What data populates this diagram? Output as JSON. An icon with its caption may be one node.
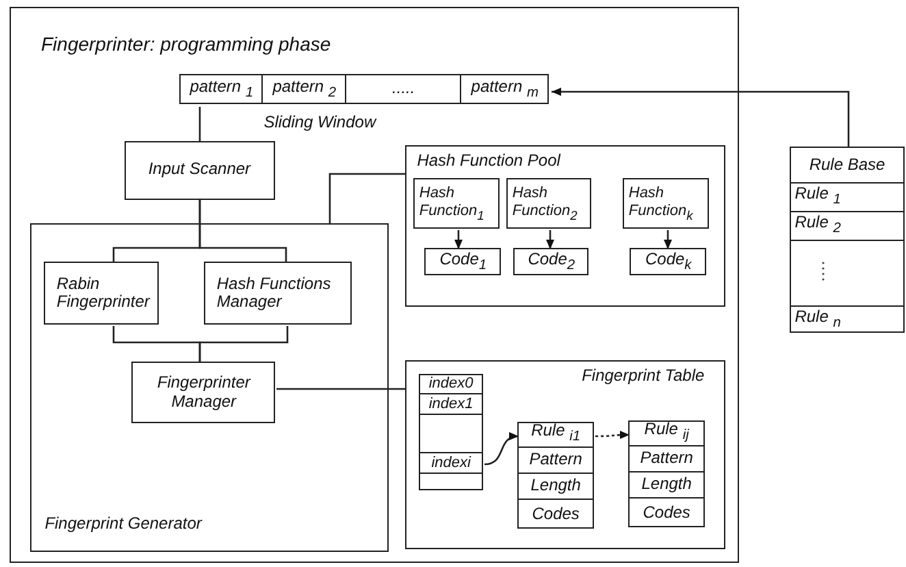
{
  "diagram": {
    "nodes": [
      {
        "text": [
          "Fingerprinter: programming phase"
        ]
      },
      {
        "text": [
          "Sliding Window"
        ],
        "in": 0
      },
      {
        "text": [
          "pattern $_{1}$"
        ],
        "in": 1
      },
      {
        "text": [
          "pattern $_{2}$"
        ],
        "in": 1
      },
      {
        "text": [
          "....."
        ],
        "in": 1
      },
      {
        "text": [
          "pattern $_{m}$"
        ],
        "in": 1
      },
      {
        "text": [
          "Input Scanner"
        ],
        "in": 0
      },
      {
        "text": [
          "Hash Function Pool"
        ],
        "in": 0
      },
      {
        "text": [
          "Hash Function$_{1}$"
        ],
        "in": 7
      },
      {
        "text": [
          "Code$_{1}$"
        ],
        "in": 7
      },
      {
        "text": [
          "Hash Function$_{2}$"
        ],
        "in": 7
      },
      {
        "text": [
          "Code$_{2}$"
        ],
        "in": 7
      },
      {
        "text": [
          "Hash Function$_{k}$"
        ],
        "in": 7
      },
      {
        "text": [
          "Code$_{k}$"
        ],
        "in": 7
      },
      {
        "text": [
          "Fingerprint Generator"
        ],
        "in": 0
      },
      {
        "text": [
          "Rabin Fingerprinter"
        ],
        "in": 14
      },
      {
        "text": [
          "Hash Functions Manager"
        ],
        "in": 14
      },
      {
        "text": [
          "Fingerprinter Manager"
        ],
        "in": 14
      },
      {
        "text": [
          "Fingerprint Table"
        ],
        "in": 0
      },
      {
        "text": [],
        "shape": "box",
        "in": 18
      },
      {
        "text": [
          "index0"
        ],
        "in": 19
      },
      {
        "text": [
          "index1"
        ],
        "in": 19
      },
      {
        "text": [
          "indexi"
        ],
        "in": 19
      },
      {
        "text": [],
        "shape": "box",
        "in": 18
      },
      {
        "text": [
          "Rule $_{i1}$"
        ],
        "in": 23
      },
      {
        "text": [
          "Pattern"
        ],
        "in": 23
      },
      {
        "text": [
          "Length"
        ],
        "in": 23
      },
      {
        "text": [
          "Codes"
        ],
        "in": 23
      },
      {
        "text": [],
        "shape": "box",
        "in": 18
      },
      {
        "text": [
          "Rule $_{ij}$"
        ],
        "in": 28
      },
      {
        "text": [
          "Pattern"
        ],
        "in": 28
      },
      {
        "text": [
          "Length"
        ],
        "in": 28
      },
      {
        "text": [
          "Codes"
        ],
        "in": 28
      },
      {
        "text": [
          "Rule Base"
        ]
      },
      {
        "text": [
          "Rule $_{1}$"
        ],
        "in": 33
      },
      {
        "text": [
          "Rule $_{2}$"
        ],
        "in": 33
      },
      {
        "text": [
          "Rule $_{n}$"
        ],
        "in": 33
      }
    ],
    "edges": [
      {
        "from": 33,
        "to": 5,
        "arrow": "to"
      },
      {
        "from": 2,
        "to": 6,
        "arrow": "none"
      },
      {
        "from": 6,
        "to": 15,
        "arrow": "none"
      },
      {
        "from": 6,
        "to": 16,
        "arrow": "none"
      },
      {
        "from": 7,
        "to": 14,
        "arrow": "none"
      },
      {
        "from": 15,
        "to": 17,
        "arrow": "none"
      },
      {
        "from": 16,
        "to": 17,
        "arrow": "none"
      },
      {
        "from": 17,
        "to": 18,
        "arrow": "none"
      },
      {
        "from": 8,
        "to": 9,
        "arrow": "to"
      },
      {
        "from": 10,
        "to": 11,
        "arrow": "to"
      },
      {
        "from": 12,
        "to": 13,
        "arrow": "to"
      },
      {
        "from": 22,
        "to": 24,
        "arrow": "to"
      },
      {
        "from": 24,
        "to": 29,
        "arrow": "to",
        "style": "dashed"
      }
    ]
  }
}
